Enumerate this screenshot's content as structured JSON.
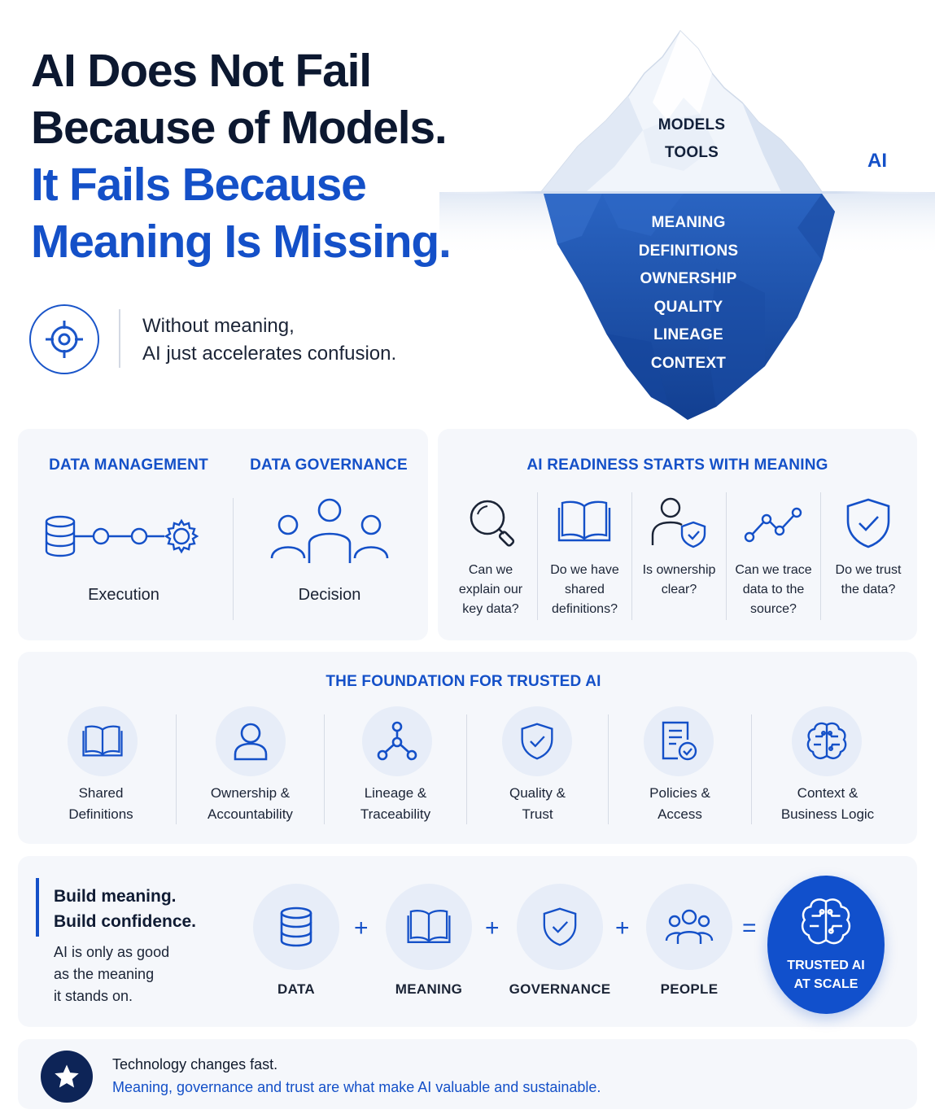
{
  "hero": {
    "title_line1": "AI Does Not Fail",
    "title_line2": "Because of Models.",
    "title_line3": "It Fails Because",
    "title_line4": "Meaning Is Missing.",
    "tagline_line1": "Without meaning,",
    "tagline_line2": "AI just accelerates confusion.",
    "icon": "target-icon"
  },
  "iceberg": {
    "above": [
      "MODELS",
      "TOOLS"
    ],
    "below": [
      "MEANING",
      "DEFINITIONS",
      "OWNERSHIP",
      "QUALITY",
      "LINEAGE",
      "CONTEXT"
    ],
    "side_label": "AI",
    "colors": {
      "ice": "#eef3fa",
      "deep": "#1c55b2"
    }
  },
  "management": {
    "col1_title": "DATA MANAGEMENT",
    "col1_label": "Execution",
    "col1_icon": "database-pipeline-icon",
    "col2_title": "DATA GOVERNANCE",
    "col2_label": "Decision",
    "col2_icon": "people-group-icon"
  },
  "readiness": {
    "title": "AI READINESS STARTS WITH MEANING",
    "items": [
      {
        "icon": "magnifier-icon",
        "lines": [
          "Can we",
          "explain our",
          "key data?"
        ]
      },
      {
        "icon": "book-icon",
        "lines": [
          "Do we have",
          "shared",
          "definitions?"
        ]
      },
      {
        "icon": "person-shield-icon",
        "lines": [
          "Is ownership",
          "clear?"
        ]
      },
      {
        "icon": "trend-line-icon",
        "lines": [
          "Can we trace",
          "data to the",
          "source?"
        ]
      },
      {
        "icon": "shield-check-icon",
        "lines": [
          "Do we trust",
          "the data?"
        ]
      }
    ]
  },
  "foundation": {
    "title": "THE FOUNDATION FOR TRUSTED AI",
    "items": [
      {
        "icon": "book-icon",
        "lines": [
          "Shared",
          "Definitions"
        ]
      },
      {
        "icon": "person-icon",
        "lines": [
          "Ownership &",
          "Accountability"
        ]
      },
      {
        "icon": "network-icon",
        "lines": [
          "Lineage &",
          "Traceability"
        ]
      },
      {
        "icon": "shield-check-icon",
        "lines": [
          "Quality &",
          "Trust"
        ]
      },
      {
        "icon": "policy-document-icon",
        "lines": [
          "Policies &",
          "Access"
        ]
      },
      {
        "icon": "brain-icon",
        "lines": [
          "Context &",
          "Business Logic"
        ]
      }
    ]
  },
  "equation": {
    "heading_line1": "Build meaning.",
    "heading_line2": "Build confidence.",
    "sub_line1": "AI is only as good",
    "sub_line2": "as the meaning",
    "sub_line3": "it stands on.",
    "terms": [
      "DATA",
      "MEANING",
      "GOVERNANCE",
      "PEOPLE"
    ],
    "plus": "+",
    "equals": "=",
    "result_line1": "TRUSTED AI",
    "result_line2": "AT SCALE"
  },
  "footer": {
    "line1": "Technology changes fast.",
    "line2": "Meaning, governance and trust are what make AI valuable and sustainable.",
    "icon": "star-icon"
  },
  "colors": {
    "accent": "#1450c8",
    "navy": "#0d2457",
    "panel": "#f5f7fb"
  }
}
